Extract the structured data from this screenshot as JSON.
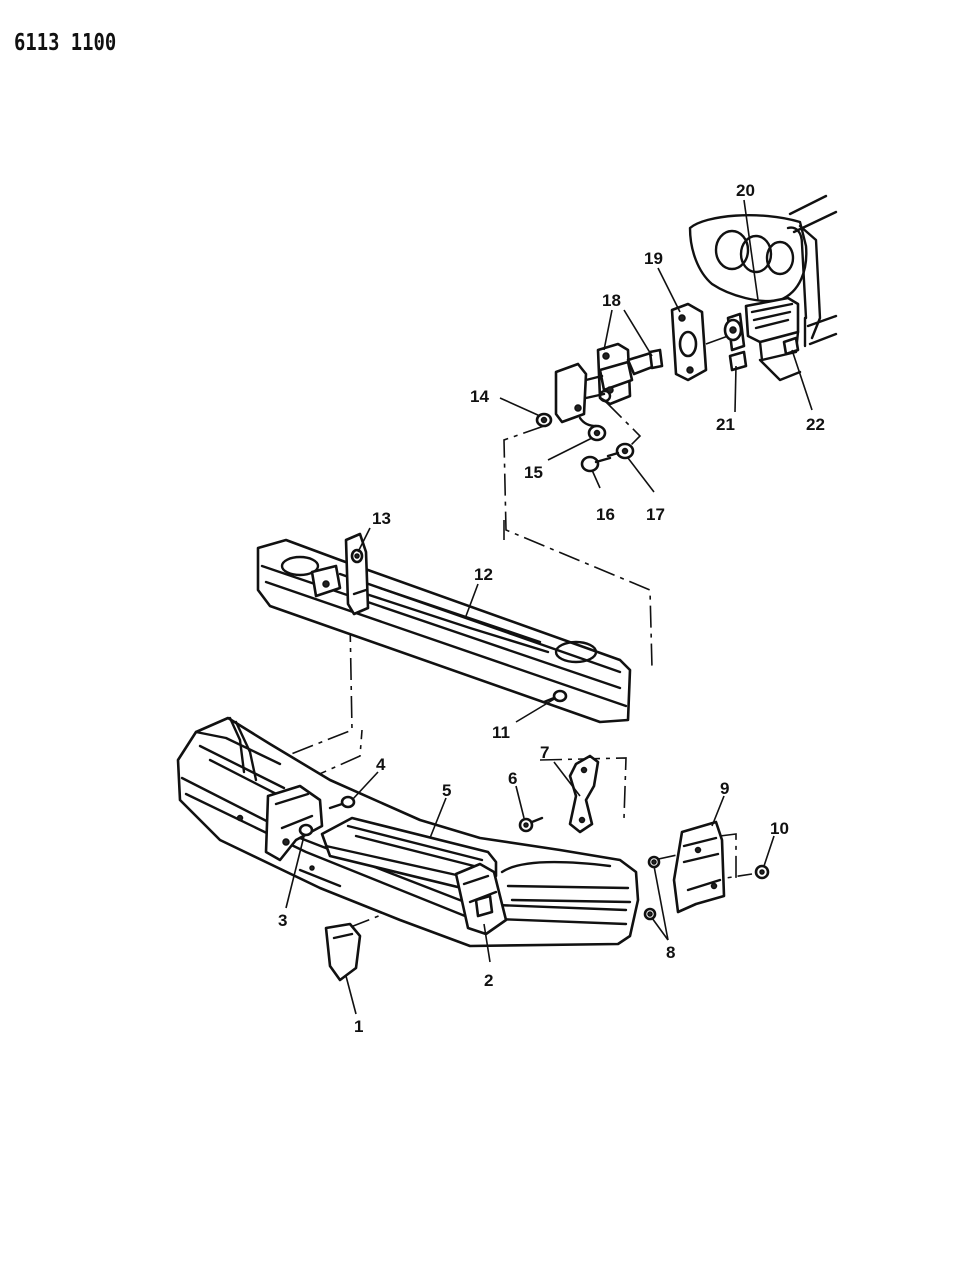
{
  "header": {
    "code": "6113 1100"
  },
  "callouts": {
    "c1": "1",
    "c2": "2",
    "c3": "3",
    "c4": "4",
    "c5": "5",
    "c6": "6",
    "c7": "7",
    "c8": "8",
    "c9": "9",
    "c10": "10",
    "c11": "11",
    "c12": "12",
    "c13": "13",
    "c14": "14",
    "c15": "15",
    "c16": "16",
    "c17": "17",
    "c18": "18",
    "c19": "19",
    "c20": "20",
    "c21": "21",
    "c22": "22"
  }
}
